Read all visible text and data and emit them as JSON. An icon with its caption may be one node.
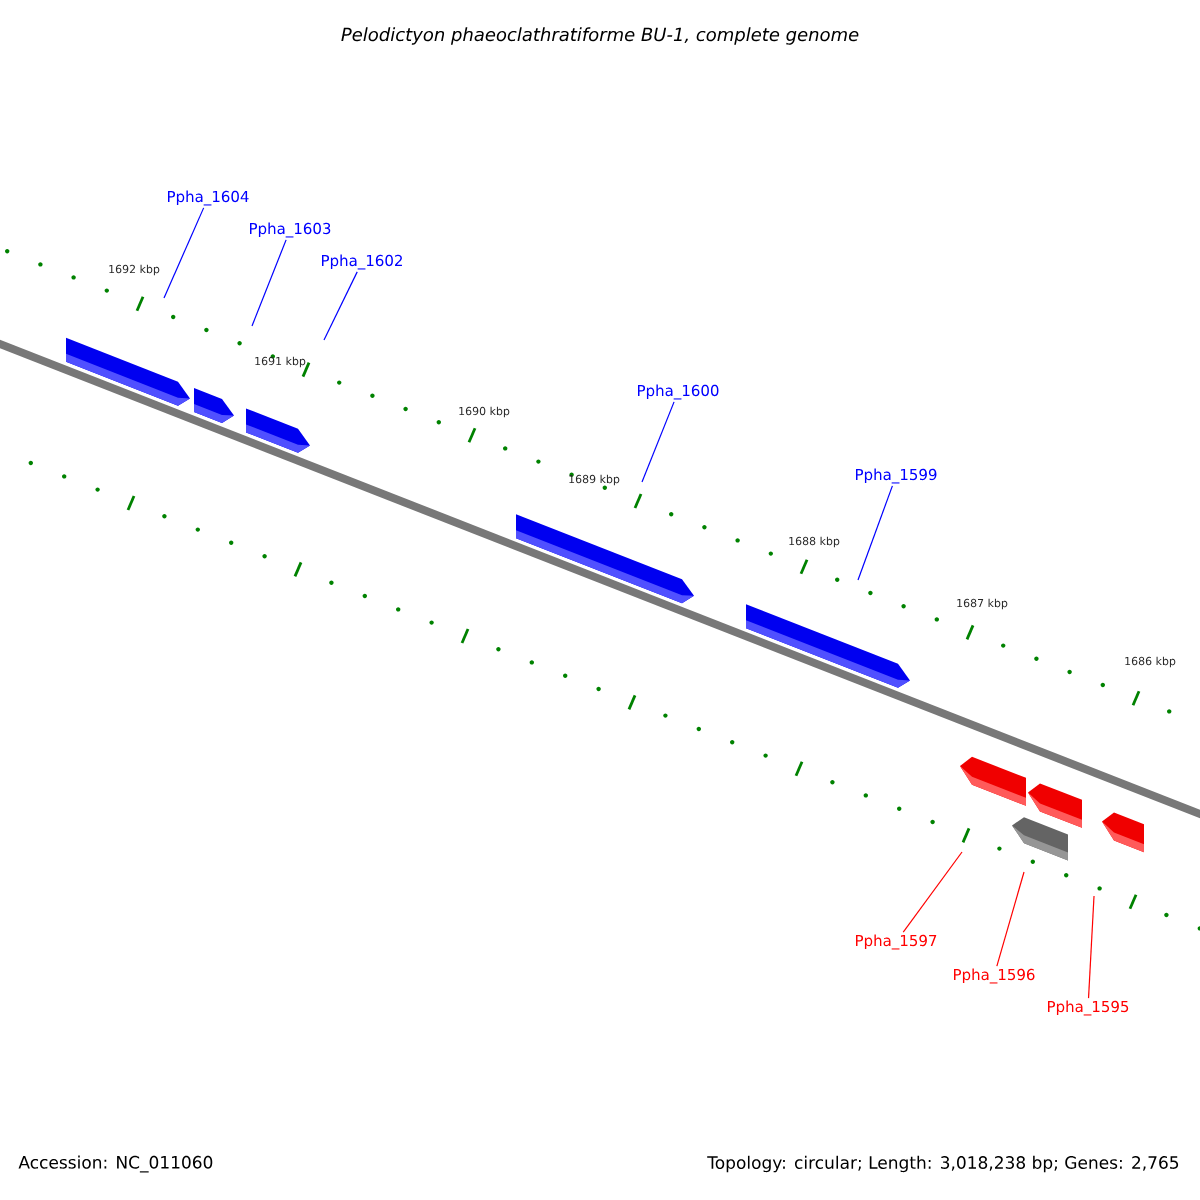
{
  "diagram": {
    "title": "Pelodictyon phaeoclathratiforme BU-1, complete genome",
    "nodes": [
      {
        "text": [
          "Ppha_1604"
        ]
      },
      {
        "text": [
          "Ppha_1603"
        ]
      },
      {
        "text": [
          "Ppha_1602"
        ]
      },
      {
        "text": [
          "Ppha_1600"
        ]
      },
      {
        "text": [
          "Ppha_1599"
        ]
      },
      {
        "text": [
          "Ppha_1597"
        ]
      },
      {
        "text": [
          "Ppha_1596"
        ]
      },
      {
        "text": [
          "Ppha_1595"
        ]
      }
    ],
    "edges": [
      {
        "from": 0,
        "to": null,
        "arrow": "none"
      },
      {
        "from": 1,
        "to": null,
        "arrow": "none"
      },
      {
        "from": 2,
        "to": null,
        "arrow": "none"
      },
      {
        "from": 3,
        "to": null,
        "arrow": "none"
      },
      {
        "from": 4,
        "to": null,
        "arrow": "none"
      },
      {
        "from": 5,
        "to": null,
        "arrow": "none",
        "color": "#ff0000"
      },
      {
        "from": 6,
        "to": null,
        "arrow": "none",
        "color": "#ff0000"
      },
      {
        "from": 7,
        "to": null,
        "arrow": "none",
        "color": "#ff0000"
      }
    ],
    "labels": [
      "1692 kbp",
      "1691 kbp",
      "1690 kbp",
      "1689 kbp",
      "1688 kbp",
      "1687 kbp",
      "1686 kbp",
      "Accession: NC_011060",
      "Topology: circular; Length: 3,018,238 bp; Genes: 2,765"
    ]
  }
}
